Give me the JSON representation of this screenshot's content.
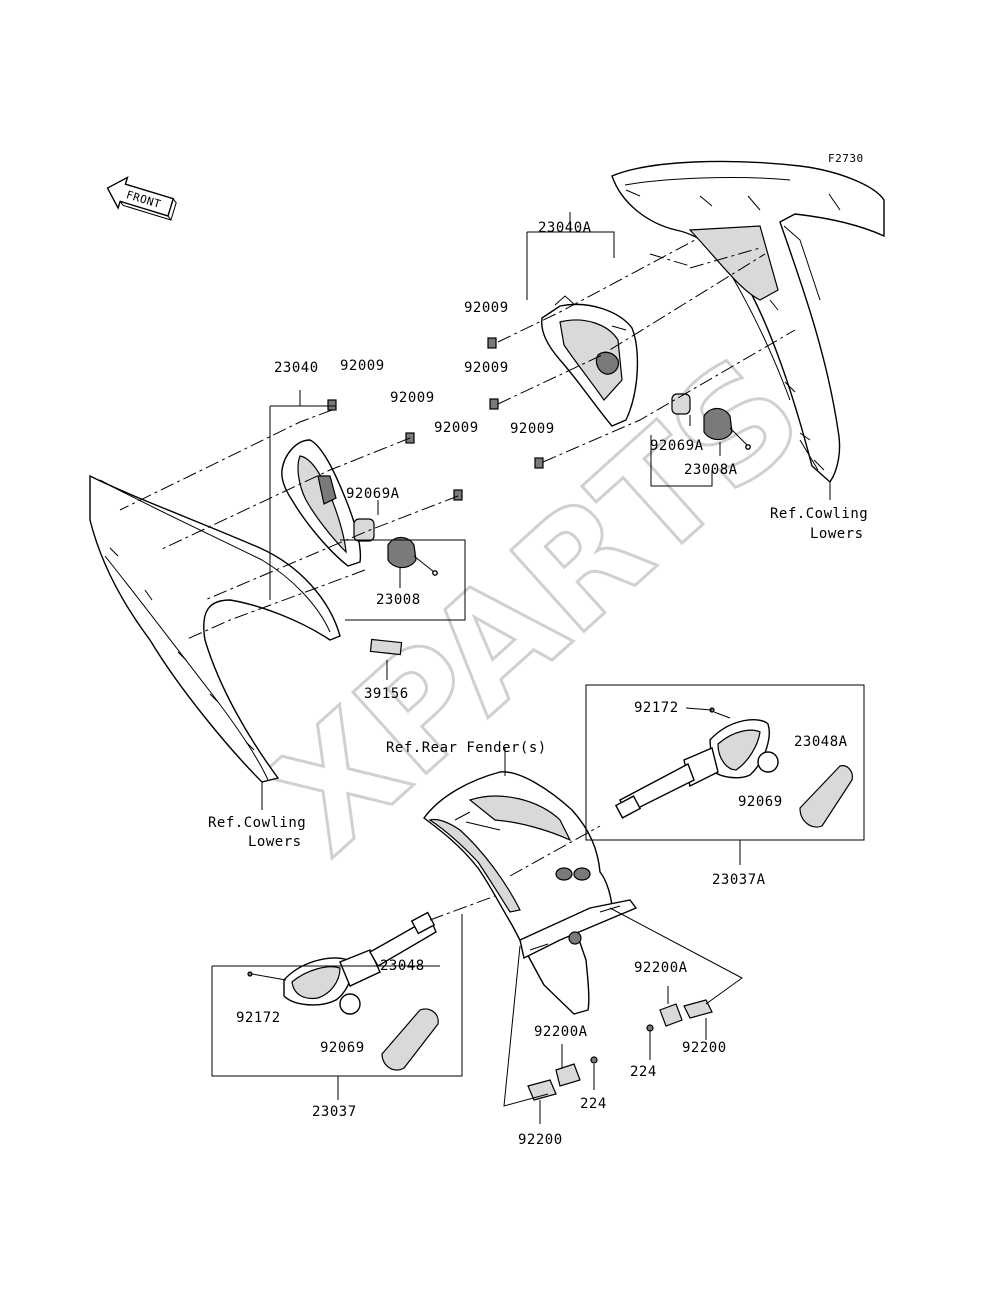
{
  "diagram_code": "F2730",
  "front_label": "FRONT",
  "watermark": "XPARTS",
  "labels": {
    "p23040A": "23040A",
    "p92009_a": "92009",
    "p92009_b": "92009",
    "p92009_c": "92009",
    "p92069A_r": "92069A",
    "p23008A": "23008A",
    "ref_cowl_r1": "Ref.Cowling",
    "ref_cowl_r2": "Lowers",
    "p23040": "23040",
    "p92009_d": "92009",
    "p92009_e": "92009",
    "p92009_f": "92009",
    "p92069A_l": "92069A",
    "p23008": "23008",
    "p39156": "39156",
    "ref_rear_fender": "Ref.Rear Fender(s)",
    "ref_cowl_l1": "Ref.Cowling",
    "ref_cowl_l2": "Lowers",
    "p92172_r": "92172",
    "p23048A": "23048A",
    "p92069_r": "92069",
    "p23037A": "23037A",
    "p92200A_r": "92200A",
    "p92200_r": "92200",
    "p224_r": "224",
    "p92172_l": "92172",
    "p23048": "23048",
    "p92069_l": "92069",
    "p23037": "23037",
    "p92200A_l": "92200A",
    "p224_l": "224",
    "p92200_l": "92200"
  }
}
